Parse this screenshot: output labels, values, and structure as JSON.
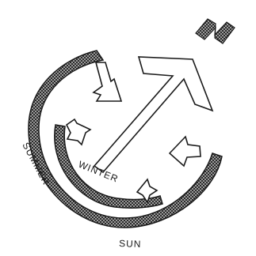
{
  "diagram": {
    "north_label": "N",
    "summer_label": "SUMMER",
    "winter_label": "WINTER",
    "sun_label": "SUN",
    "colors": {
      "ink": "#1a1a1a",
      "hatch_light": "#9a9a9a",
      "background": "#ffffff"
    },
    "icons": {
      "north_arrow": "north-arrow-icon",
      "sun_ray_arrows": "sun-ray-arrow-icon"
    }
  }
}
